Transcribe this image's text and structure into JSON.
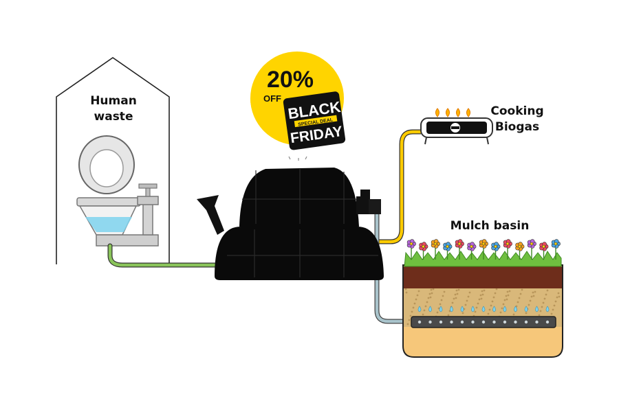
{
  "labels": {
    "human_waste_line1": "Human",
    "human_waste_line2": "waste",
    "cooking_line1": "Cooking",
    "cooking_line2": "Biogas",
    "mulch": "Mulch basin"
  },
  "badge": {
    "percent": "20%",
    "off": "OFF",
    "black": "BLACK",
    "special": "SPECIAL DEAL",
    "friday": "FRIDAY"
  },
  "colors": {
    "badge_yellow": "#ffd400",
    "digester": "#0a0a0a",
    "waste_pipe": "#8ac45a",
    "gas_pipe": "#ffcc00",
    "effluent_pipe": "#a9c4cc",
    "soil_top": "#6e2d1b",
    "gravel": "#d9b87a",
    "sand": "#f6c77a",
    "water": "#7fd3ee"
  },
  "icons": {
    "house": "house-outline-icon",
    "toilet": "toilet-icon",
    "stove": "gas-stove-icon",
    "flowers": "flower-icon"
  }
}
